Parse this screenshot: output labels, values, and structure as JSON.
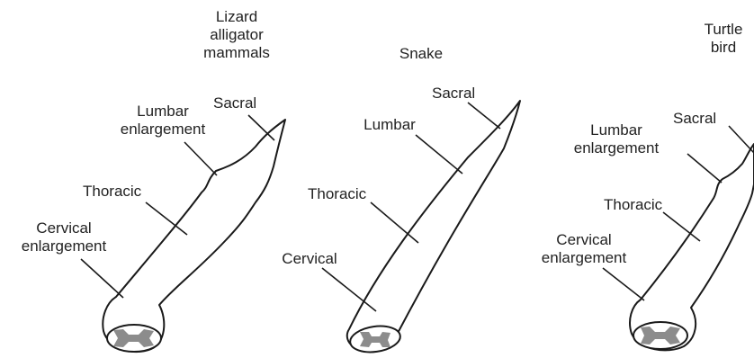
{
  "panels": [
    {
      "title_lines": [
        "Lizard",
        "alligator",
        "mammals"
      ],
      "labels": {
        "sacral": "Sacral",
        "lumbar": [
          "Lumbar",
          "enlargement"
        ],
        "thoracic": "Thoracic",
        "cervical": [
          "Cervical",
          "enlargement"
        ]
      }
    },
    {
      "title_lines": [
        "Snake"
      ],
      "labels": {
        "sacral": "Sacral",
        "lumbar": [
          "Lumbar"
        ],
        "thoracic": "Thoracic",
        "cervical": [
          "Cervical"
        ]
      }
    },
    {
      "title_lines": [
        "Turtle",
        "bird"
      ],
      "labels": {
        "sacral": "Sacral",
        "lumbar": [
          "Lumbar",
          "enlargement"
        ],
        "thoracic": "Thoracic",
        "cervical": [
          "Cervical",
          "enlargement"
        ]
      }
    }
  ],
  "colors": {
    "outline": "#1a1a1a",
    "gray_matter": "#8c8c8c",
    "text": "#222222"
  }
}
